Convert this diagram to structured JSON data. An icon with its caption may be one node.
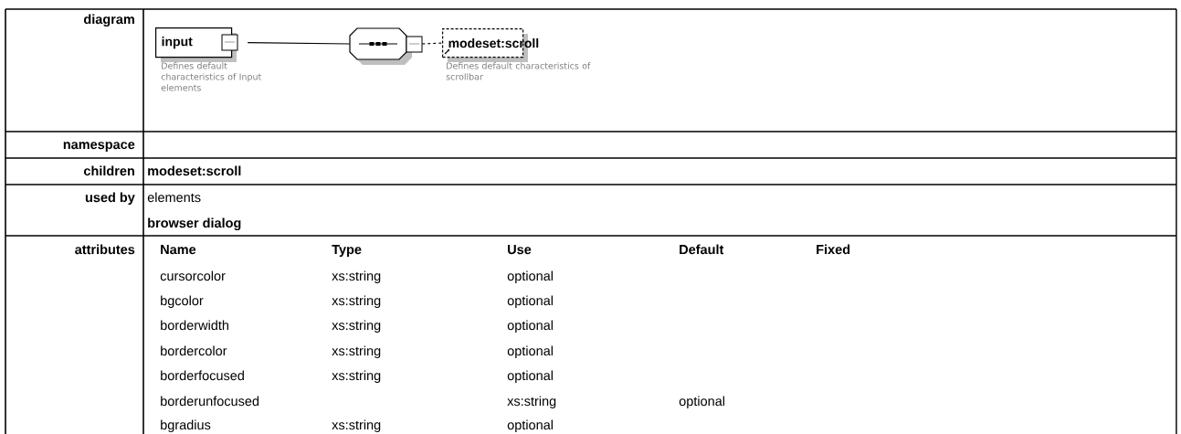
{
  "diagram": {
    "nodes": [
      {
        "text": [
          "input"
        ],
        "beside": [
          "Defines default characteristics of Input elements"
        ]
      },
      {
        "text": [],
        "shape": "octagon"
      },
      {
        "text": [
          "modeset:scroll"
        ],
        "beside": [
          "Defines default characteristics of scrollbar"
        ]
      }
    ],
    "edges": [
      {
        "from": 0,
        "to": 1,
        "arrow": "none"
      },
      {
        "from": 1,
        "to": 2,
        "arrow": "none",
        "style": "dashed"
      }
    ],
    "labels": [
      "diagram",
      "namespace",
      "children",
      "modeset:scroll",
      "used by",
      "elements",
      "browser dialog",
      "attributes",
      "Name",
      "Type",
      "Use",
      "Default",
      "Fixed",
      "cursorcolor",
      "xs:string",
      "optional",
      "bgcolor",
      "xs:string",
      "optional",
      "borderwidth",
      "xs:string",
      "optional",
      "bordercolor",
      "xs:string",
      "optional",
      "borderfocused",
      "xs:string",
      "optional",
      "borderunfocused",
      "xs:string",
      "optional",
      "bgradius",
      "xs:string",
      "optional"
    ]
  }
}
